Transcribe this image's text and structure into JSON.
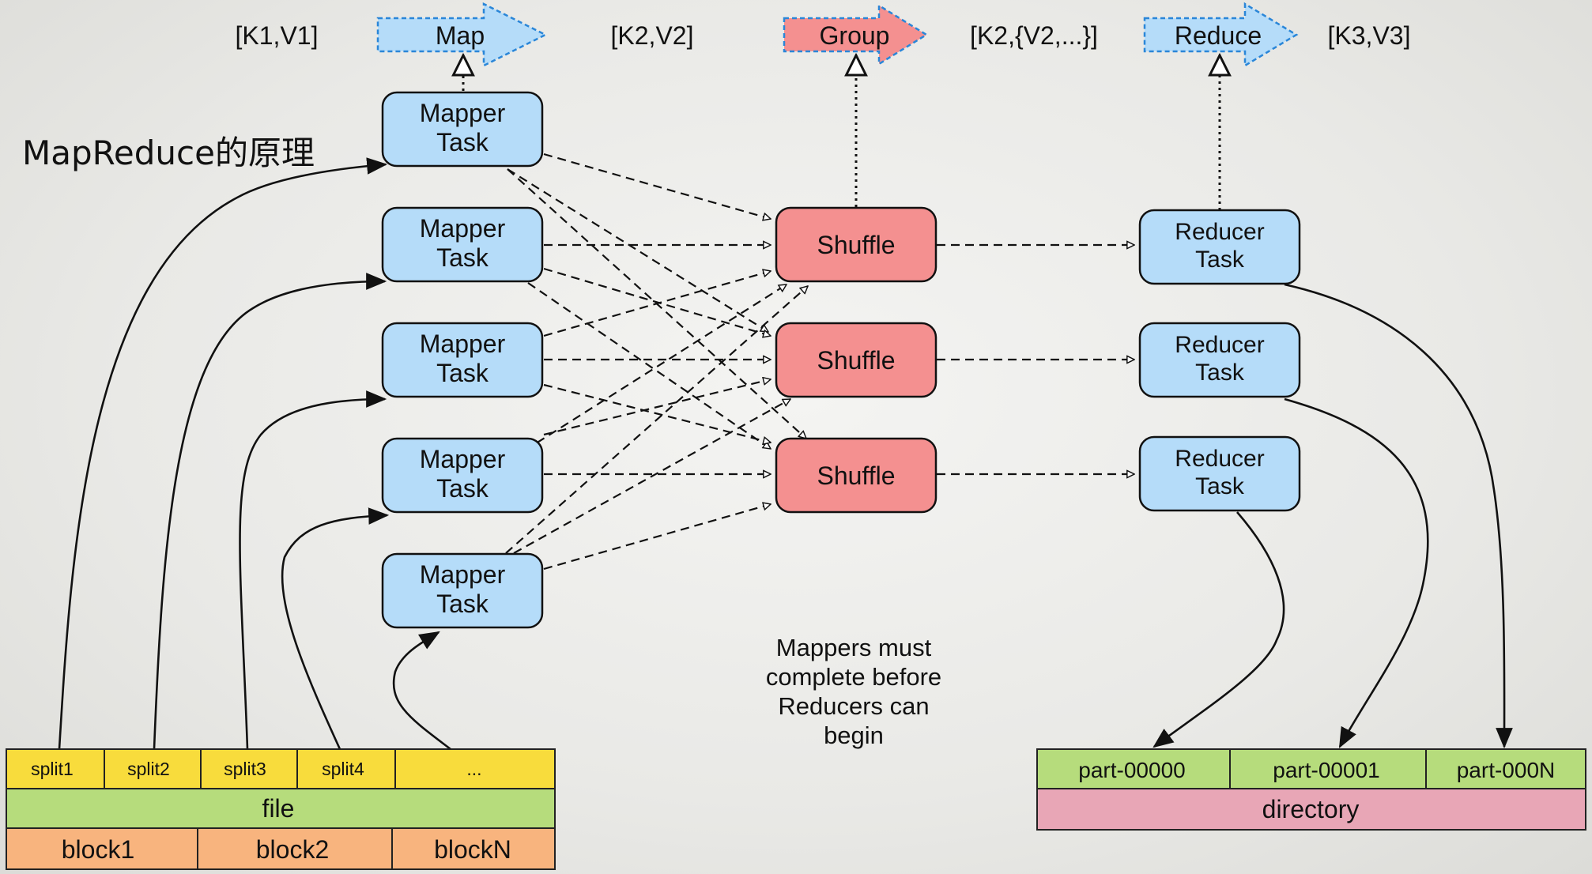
{
  "title": "MapReduce的原理",
  "pipeline": {
    "kv_input": "[K1,V1]",
    "map_label": "Map",
    "kv_after_map": "[K2,V2]",
    "group_label": "Group",
    "kv_after_group": "[K2,{V2,...}]",
    "reduce_label": "Reduce",
    "kv_output": "[K3,V3]"
  },
  "mappers": [
    {
      "line1": "Mapper",
      "line2": "Task"
    },
    {
      "line1": "Mapper",
      "line2": "Task"
    },
    {
      "line1": "Mapper",
      "line2": "Task"
    },
    {
      "line1": "Mapper",
      "line2": "Task"
    },
    {
      "line1": "Mapper",
      "line2": "Task"
    }
  ],
  "shuffles": [
    {
      "label": "Shuffle"
    },
    {
      "label": "Shuffle"
    },
    {
      "label": "Shuffle"
    }
  ],
  "reducers": [
    {
      "line1": "Reducer",
      "line2": "Task"
    },
    {
      "line1": "Reducer",
      "line2": "Task"
    },
    {
      "line1": "Reducer",
      "line2": "Task"
    }
  ],
  "input": {
    "splits": [
      "split1",
      "split2",
      "split3",
      "split4",
      "..."
    ],
    "file": "file",
    "blocks": [
      "block1",
      "block2",
      "blockN"
    ]
  },
  "output": {
    "parts": [
      "part-00000",
      "part-00001",
      "part-000N"
    ],
    "directory": "directory"
  },
  "note": [
    "Mappers must",
    "complete before",
    "Reducers can",
    "begin"
  ],
  "colors": {
    "task_blue": "#b5dcf9",
    "shuffle_red": "#f49090",
    "split_yellow": "#f8dc3c",
    "file_green": "#b6dc7c",
    "block_orange": "#f8b47e",
    "directory_pink": "#e8a6b6"
  }
}
